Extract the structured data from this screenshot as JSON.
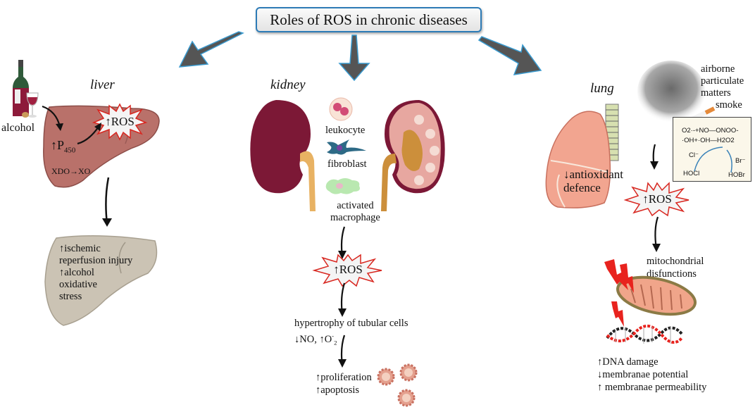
{
  "title": "Roles of ROS in chronic diseases",
  "colors": {
    "title_border": "#2d7bb6",
    "big_arrow_fill": "#555555",
    "big_arrow_edge": "#3a9bd0",
    "burst_stroke": "#d8261f",
    "liver_fill": "#b9716a",
    "damaged_liver_fill": "#cbc3b4",
    "kidney_dark": "#7c1836",
    "kidney_section": "#e7a7a0",
    "ureter": "#e8b263",
    "lung_fill": "#f2a590",
    "mito_fill": "#f0a58a"
  },
  "liver": {
    "label": "liver",
    "trigger": "alcohol",
    "p450_prefix": "↑P",
    "p450_sub": "450",
    "xdo": "XDO→XO",
    "ros": "↑ROS",
    "outcomes": [
      "↑ischemic",
      "reperfusion injury",
      "↑alcohol",
      "oxidative",
      "stress"
    ]
  },
  "kidney": {
    "label": "kidney",
    "cells": [
      "leukocyte",
      "fibroblast",
      "activated",
      "macrophage"
    ],
    "ros": "↑ROS",
    "effect_line1": "hypertrophy of tubular cells",
    "effect_line2_prefix": "↓NO, ↑O",
    "effect_line2_sup": "-",
    "effect_line2_sub": "2",
    "outcomes": [
      "↑proliferation",
      "↑apoptosis"
    ]
  },
  "lung": {
    "label": "lung",
    "sources": [
      "airborne",
      "particulate",
      "matters",
      "smoke"
    ],
    "defence": [
      "↓antioxidant",
      "defence"
    ],
    "reactions": {
      "line1": "O2·-+NO—ONOO-",
      "line2": "·OH+·OH—H2O2",
      "cl": "Cl⁻",
      "br": "Br⁻",
      "hocl": "HOCl",
      "hobr": "HOBr"
    },
    "ros": "↑ROS",
    "effect": [
      "mitochondrial",
      "disfunctions"
    ],
    "outcomes": [
      "↑DNA damage",
      "↓membranae potential",
      "↑ membranae permeability"
    ]
  }
}
